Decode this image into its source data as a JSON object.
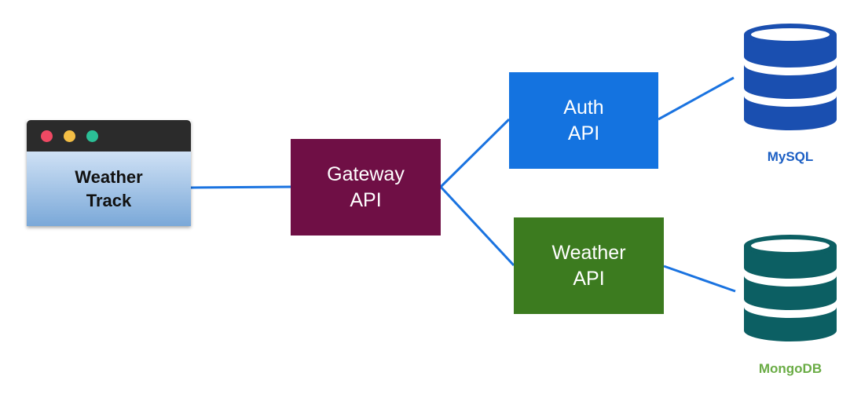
{
  "client": {
    "title": "Weather\nTrack",
    "dots": [
      "#ef4963",
      "#f3be45",
      "#2bbf96"
    ]
  },
  "nodes": {
    "gateway": {
      "label": "Gateway\nAPI",
      "color": "#6f0f45"
    },
    "auth": {
      "label": "Auth\nAPI",
      "color": "#1473e0"
    },
    "weather": {
      "label": "Weather\nAPI",
      "color": "#3c7b1f"
    }
  },
  "databases": {
    "mysql": {
      "label": "MySQL",
      "icon": "database-icon",
      "color": "#1a4fb0",
      "label_color": "#1c5fc4"
    },
    "mongo": {
      "label": "MongoDB",
      "icon": "database-icon",
      "color": "#0c5f63",
      "label_color": "#6aac45"
    }
  },
  "edges": [
    {
      "from": "Weather Track",
      "to": "Gateway API"
    },
    {
      "from": "Gateway API",
      "to": "Auth API"
    },
    {
      "from": "Gateway API",
      "to": "Weather API"
    },
    {
      "from": "Auth API",
      "to": "MySQL"
    },
    {
      "from": "Weather API",
      "to": "MongoDB"
    }
  ],
  "edge_color": "#1a73e0"
}
